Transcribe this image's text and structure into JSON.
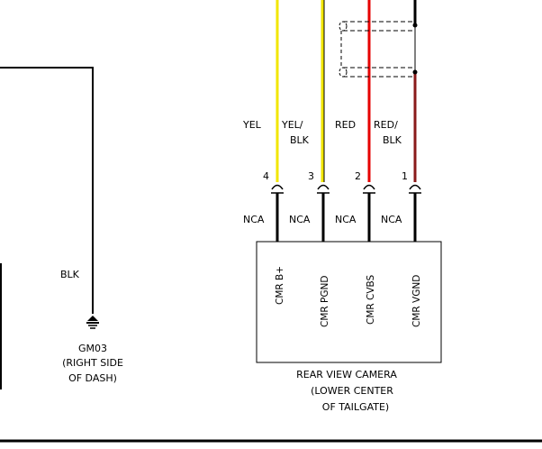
{
  "colors": {
    "background": "#ffffff",
    "line": "#000000",
    "wire_blk": "#000000",
    "wire_yel": "#f2e600",
    "wire_red": "#e60000",
    "wire_red_blk": "#8a1a1a"
  },
  "left_wire": {
    "color_label": "BLK",
    "ground_icon": "ground-icon",
    "ground_name": "GM03",
    "ground_location_line1": "(RIGHT SIDE",
    "ground_location_line2": "OF DASH)"
  },
  "connector": {
    "pins": [
      {
        "number": "4",
        "wire_color_line1": "YEL",
        "wire_color_line2": "",
        "status": "NCA",
        "signal": "CMR B+",
        "color_key": "wire_yel"
      },
      {
        "number": "3",
        "wire_color_line1": "YEL/",
        "wire_color_line2": "BLK",
        "status": "NCA",
        "signal": "CMR PGND",
        "color_key": "wire_yel"
      },
      {
        "number": "2",
        "wire_color_line1": "RED",
        "wire_color_line2": "",
        "status": "NCA",
        "signal": "CMR CVBS",
        "color_key": "wire_red"
      },
      {
        "number": "1",
        "wire_color_line1": "RED/",
        "wire_color_line2": "BLK",
        "status": "NCA",
        "signal": "CMR VGND",
        "color_key": "wire_red_blk"
      }
    ]
  },
  "component": {
    "name_line1": "REAR VIEW CAMERA",
    "name_line2": "(LOWER CENTER",
    "name_line3": "OF TAILGATE)"
  }
}
